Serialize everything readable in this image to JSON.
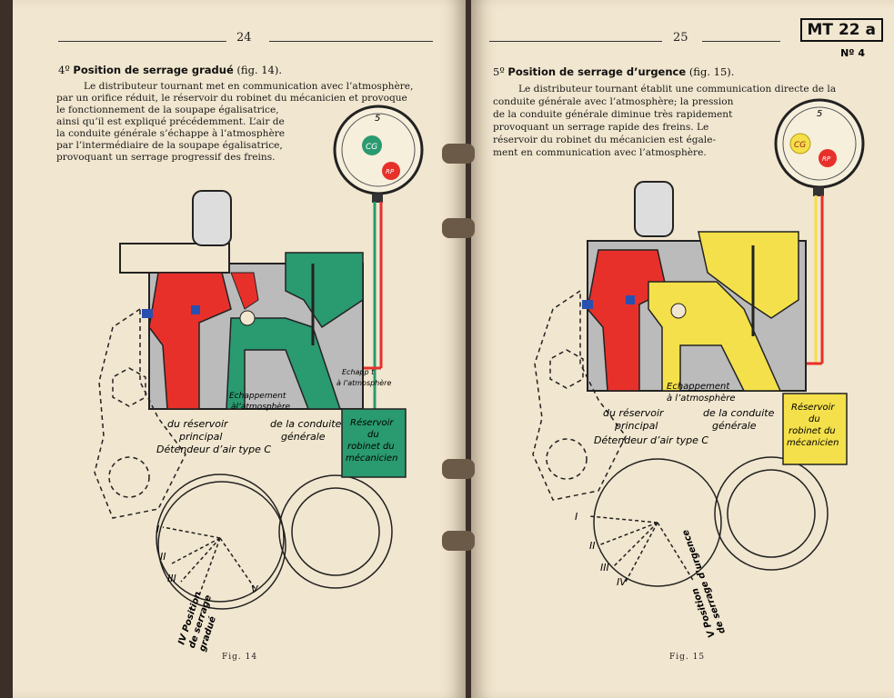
{
  "left": {
    "page_number": "24",
    "heading_num": "4º",
    "heading_title": "Position de serrage gradué",
    "heading_ref": "(fig. 14).",
    "para": [
      "Le distributeur tournant met en communication avec l’atmosphère,",
      "par un orifice réduit, le réservoir du robinet du mécanicien et provoque",
      "le fonctionnement de la soupape égalisatrice,",
      "ainsi qu’il est expliqué précédemment. L’air de",
      "la conduite générale s’échappe à l’atmosphère",
      "par l’intermédiaire de la soupape égalisatrice,",
      "provoquant un serrage progressif des freins."
    ],
    "gauge": {
      "scale": "5",
      "cg": "CG",
      "rp": "RP"
    },
    "labels": {
      "echapp_atm_1": "Echappement",
      "echapp_atm_2": "àl’atmosphère",
      "echapp2_1": "Echapp t",
      "echapp2_2": "à l’atmosphère",
      "reservoir_1": "du réservoir",
      "reservoir_2": "principal",
      "conduite_1": "de la conduite",
      "conduite_2": "générale",
      "detendeur": "Détendeur d’air type C",
      "box_1": "Réservoir",
      "box_2": "du",
      "box_3": "robinet du",
      "box_4": "mécanicien",
      "pos_I": "I",
      "pos_II": "II",
      "pos_III": "III",
      "pos_V": "V",
      "pos_text_1": "IV Position",
      "pos_text_2": "de serrage",
      "pos_text_3": "gradué"
    },
    "caption": "Fig. 14",
    "colors": {
      "red": "#e8302b",
      "green": "#2a9a70"
    }
  },
  "right": {
    "page_number": "25",
    "doc_code": "MT 22 a",
    "doc_no": "Nº 4",
    "heading_num": "5º",
    "heading_title": "Position de serrage d’urgence",
    "heading_ref": "(fig. 15).",
    "para": [
      "Le distributeur tournant établit une communication directe de la",
      "conduite générale avec l’atmosphère; la pression",
      "de la conduite générale diminue très rapidement",
      "provoquant un serrage rapide des freins. Le",
      "réservoir du robinet du mécanicien est égale-",
      "ment en communication avec l’atmosphère."
    ],
    "gauge": {
      "scale": "5",
      "cg": "CG",
      "rp": "RP"
    },
    "labels": {
      "echapp_1": "Echappement",
      "echapp_2": "à l’atmosphère",
      "reservoir_1": "du réservoir",
      "reservoir_2": "principal",
      "conduite_1": "de la conduite",
      "conduite_2": "générale",
      "detendeur": "Détendeur d’air type C",
      "box_1": "Réservoir",
      "box_2": "du",
      "box_3": "robinet du",
      "box_4": "mécanicien",
      "pos_I": "I",
      "pos_II": "II",
      "pos_III": "III",
      "pos_IV": "IV",
      "pos_text_1": "V Position",
      "pos_text_2": "de serrage d’urgence"
    },
    "caption": "Fig. 15",
    "colors": {
      "red": "#e8302b",
      "yellow": "#f4e04a"
    }
  }
}
